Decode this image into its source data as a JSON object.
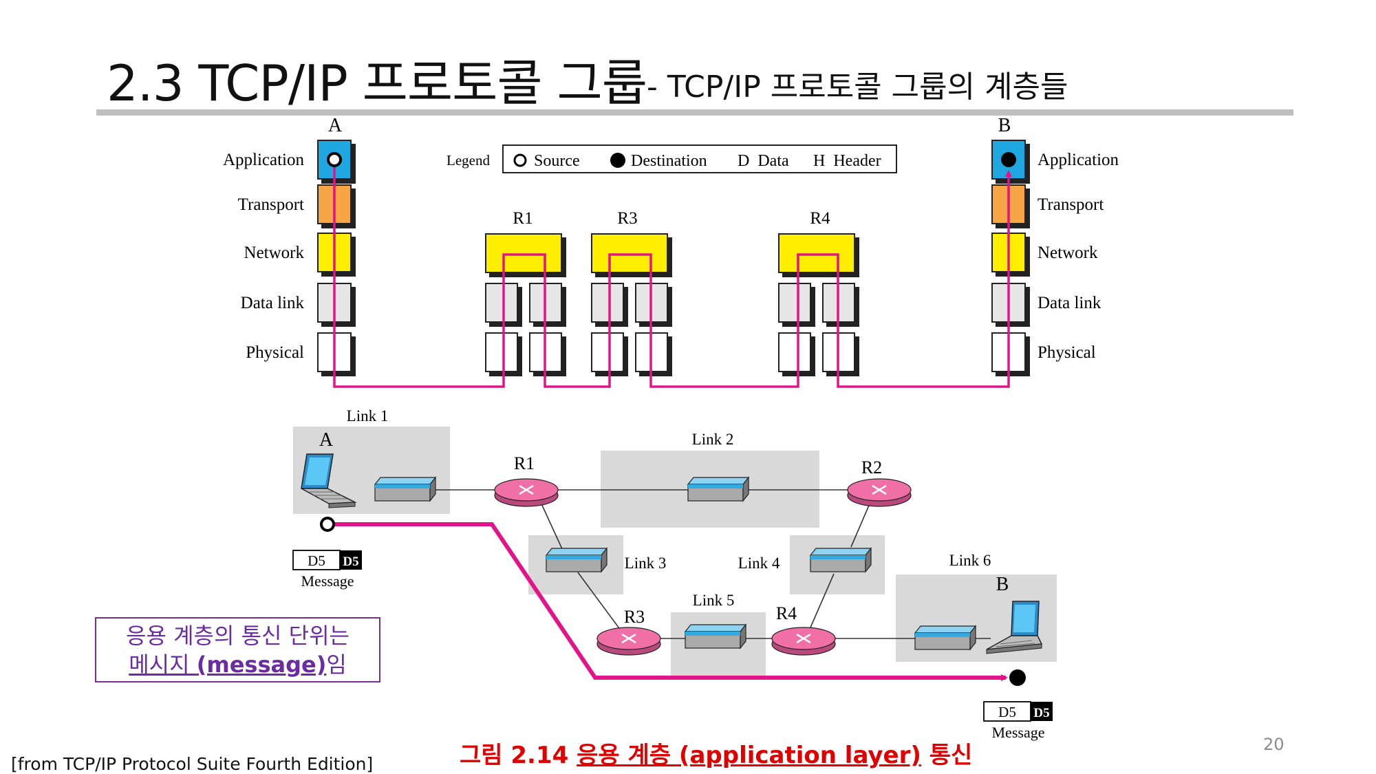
{
  "header": {
    "title": "2.3 TCP/IP 프로토콜 그룹",
    "subtitle": "- TCP/IP 프로토콜 그룹의 계층들"
  },
  "layers": {
    "host_a_label": "A",
    "host_b_label": "B",
    "left_labels": [
      "Application",
      "Transport",
      "Network",
      "Data link",
      "Physical"
    ],
    "right_labels": [
      "Application",
      "Transport",
      "Network",
      "Data link",
      "Physical"
    ],
    "routers": [
      "R1",
      "R3",
      "R4"
    ],
    "legend": {
      "title": "Legend",
      "source": "Source",
      "destination": "Destination",
      "data": "D  Data",
      "header": "H  Header"
    }
  },
  "network": {
    "host_a": "A",
    "host_b": "B",
    "routers": {
      "r1": "R1",
      "r2": "R2",
      "r3": "R3",
      "r4": "R4"
    },
    "links": {
      "l1": "Link 1",
      "l2": "Link 2",
      "l3": "Link 3",
      "l4": "Link 4",
      "l5": "Link 5",
      "l6": "Link 6"
    },
    "message_src": {
      "data": "D5",
      "header": "D5",
      "label": "Message"
    },
    "message_dst": {
      "data": "D5",
      "header": "D5",
      "label": "Message"
    }
  },
  "note": {
    "line1": "응용 계층의 통신 단위는",
    "line2_a": "메시지 ",
    "line2_b": "(message)",
    "line2_c": "임"
  },
  "caption": {
    "prefix": "그림 2.14 ",
    "underlined": "응용 계층 (application layer)",
    "suffix": " 통신"
  },
  "footer": {
    "source": "[from TCP/IP Protocol Suite Fourth Edition]",
    "page": "20"
  },
  "colors": {
    "application": "#1ea7e1",
    "transport": "#f7a545",
    "network": "#ffee00",
    "datalink": "#e6e6e6",
    "path": "#e3148a",
    "router": "#ef6fa6",
    "switch_top": "#33a9e0",
    "link_area": "#d9d9d9"
  }
}
